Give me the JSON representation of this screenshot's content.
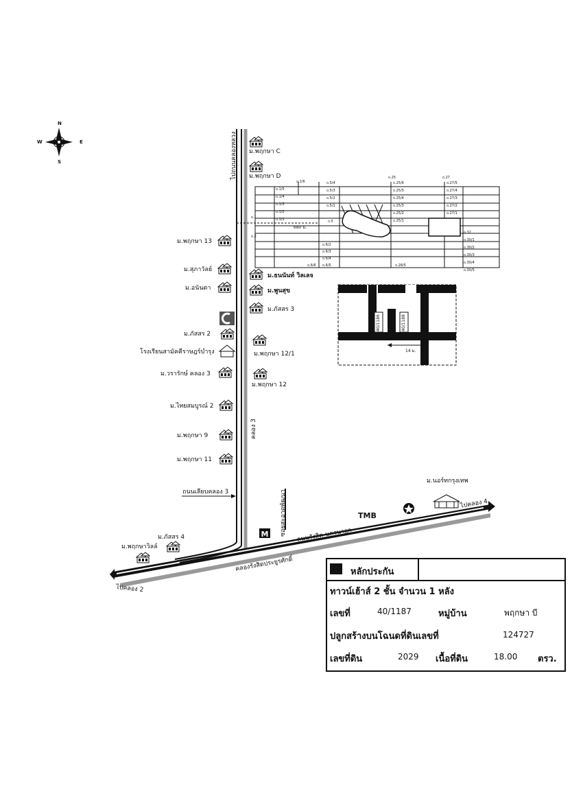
{
  "compass": {
    "n": "N",
    "s": "S",
    "e": "E",
    "w": "W"
  },
  "roads": {
    "main_vertical_top": "ไปถนนคลองหลวง",
    "khlong3": "คลอง 3",
    "soi": "ซอยสะอาดพัฒนา",
    "side_road": "ถนนเลียบคลอง 3",
    "rangsit_nakhon_nayok": "ถนนรังสิต-นครนายก",
    "canal_rangsit": "คลองรังสิตประยูรศักดิ์",
    "to_khlong2": "ไปคลอง 2",
    "to_khlong4": "ไปคลอง 4"
  },
  "places": {
    "pruksa_c": "ม.พฤกษา C",
    "pruksa_d": "ม.พฤกษา D",
    "pruksa_13": "ม.พฤกษา 13",
    "supawan": "ม.สุภาวัลย์",
    "thanan_villa": "ม.ธนนันท์ วิลเลจ",
    "anantha": "ม.อนันตา",
    "poonsuk": "ม.พูนสุข",
    "passorn3": "ม.ภัสสร 3",
    "passorn2": "ม.ภัสสร 2",
    "pruksa_121": "ม.พฤกษา 12/1",
    "school": "โรงเรียนสามัคคีราษฎร์บำรุง",
    "warrak3": "ม.วรารักษ์ คลอง 3",
    "pruksa_12": "ม.พฤกษา 12",
    "thaisombun2": "ม.ไทยสมบูรณ์ 2",
    "pruksa_9": "ม.พฤกษา 9",
    "pruksa_11": "ม.พฤกษา 11",
    "north_bkk": "ม.นอร์ทกรุงเทพ",
    "passorn4": "ม.ภัสสร 4",
    "pruksa_ville": "ม.พฤกษาวิลล์",
    "tmb": "TMB"
  },
  "plan_labels": {
    "dist_680": "680 ม.",
    "dist_14": "14 ม.",
    "lot_a": "40/1186",
    "lot_b": "40/1188",
    "rows_left": [
      "ถ.1/5",
      "ถ.1/4",
      "ถ.1/3",
      "ถ.1/2",
      "ถ.1/1"
    ],
    "rows_mid": [
      "ถ.5/4",
      "ถ.5/3",
      "ถ.5/2",
      "ถ.5/1"
    ],
    "rows_25": [
      "ถ.25/6",
      "ถ.25/5",
      "ถ.25/4",
      "ถ.25/3",
      "ถ.25/2",
      "ถ.25/1"
    ],
    "rows_27": [
      "ถ.27/5",
      "ถ.27/4",
      "ถ.27/3",
      "ถ.27/2",
      "ถ.27/1"
    ],
    "rows_30": [
      "ถ.32",
      "ถ.30/1",
      "ถ.30/2",
      "ถ.30/3",
      "ถ.30/4",
      "ถ.30/5"
    ],
    "rows_6": [
      "ถ.6/2",
      "ถ.6/3",
      "ถ.6/4",
      "ถ.6/5"
    ],
    "misc": [
      "ถ.1/6",
      "ถ.25",
      "ถ.27",
      "ถ.6/6",
      "ถ.28/5",
      "ถ.1",
      "ถ.2",
      "ถ.5"
    ]
  },
  "info": {
    "header": "หลักประกัน",
    "line1": "ทาวน์เฮ้าส์ 2 ชั้น จำนวน 1 หลัง",
    "house_no_label": "เลขที่",
    "house_no": "40/1187",
    "village_label": "หมู่บ้าน",
    "village": "พฤกษา บี",
    "deed_label": "ปลูกสร้างบนโฉนดที่ดินเลขที่",
    "deed_no": "124727",
    "land_no_label": "เลขที่ดิน",
    "land_no": "2029",
    "area_label": "เนื้อที่ดิน",
    "area": "18.00",
    "unit": "ตรว."
  }
}
